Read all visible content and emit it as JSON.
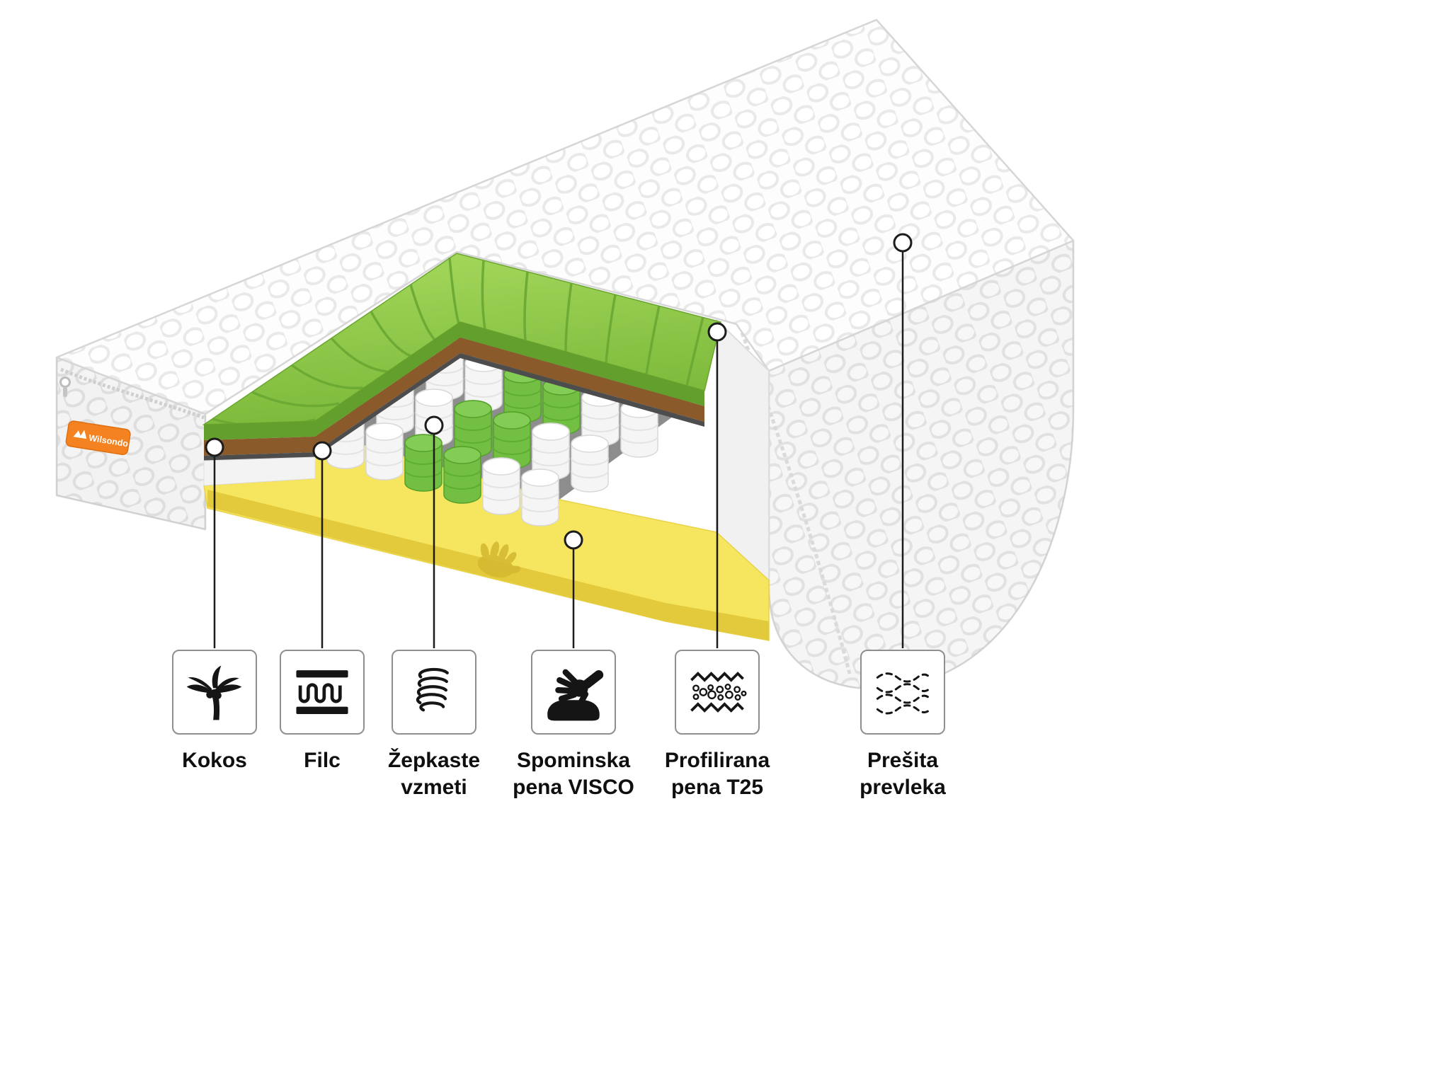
{
  "page": {
    "background": "#ffffff"
  },
  "brand": {
    "name": "Wilsondo",
    "tag_color": "#f58220"
  },
  "illustration": {
    "subject": "mattress-cutaway-layers",
    "colors": {
      "cover_white": "#fdfdfd",
      "profiled_foam_green": "#8cc63e",
      "coconut_brown": "#8a5a2b",
      "felt_dark": "#4d4d4d",
      "spring_white": "#f5f5f5",
      "spring_green": "#72bf44",
      "memory_foam_yellow": "#f6e55e"
    }
  },
  "features": [
    {
      "icon": "palm-tree-icon",
      "label_line1": "Kokos",
      "label_line2": ""
    },
    {
      "icon": "felt-icon",
      "label_line1": "Filc",
      "label_line2": ""
    },
    {
      "icon": "pocket-spring-icon",
      "label_line1": "Žepkaste",
      "label_line2": "vzmeti"
    },
    {
      "icon": "memory-foam-icon",
      "label_line1": "Spominska",
      "label_line2": "pena VISCO"
    },
    {
      "icon": "profiled-foam-icon",
      "label_line1": "Profilirana",
      "label_line2": "pena T25"
    },
    {
      "icon": "quilted-cover-icon",
      "label_line1": "Prešita",
      "label_line2": "prevleka"
    }
  ]
}
